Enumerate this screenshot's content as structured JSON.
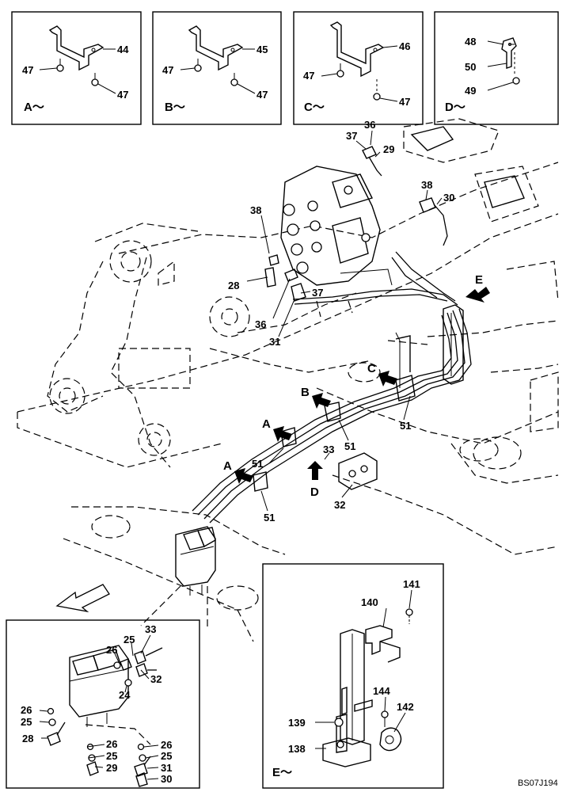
{
  "detail_views": {
    "a": {
      "label": "A～",
      "parts": [
        "44",
        "47",
        "47"
      ]
    },
    "b": {
      "label": "B～",
      "parts": [
        "45",
        "47",
        "47"
      ]
    },
    "c": {
      "label": "C～",
      "parts": [
        "46",
        "47",
        "47"
      ]
    },
    "d": {
      "label": "D～",
      "parts": [
        "48",
        "50",
        "49"
      ]
    },
    "e": {
      "label": "E～",
      "parts": [
        "141",
        "140",
        "144",
        "142",
        "139",
        "138"
      ]
    }
  },
  "main_callouts": [
    "36",
    "37",
    "29",
    "38",
    "30",
    "38",
    "28",
    "37",
    "36",
    "31",
    "33",
    "51",
    "51",
    "51",
    "51",
    "32"
  ],
  "view_arrows": [
    "A",
    "A",
    "B",
    "C",
    "D",
    "E"
  ],
  "inset_callouts": [
    "33",
    "25",
    "26",
    "32",
    "24",
    "26",
    "25",
    "28",
    "26",
    "26",
    "25",
    "25",
    "29",
    "31",
    "30"
  ],
  "drawing_code": "BS07J194",
  "icons": {
    "front_arrow": "front-direction-arrow-icon",
    "view_arrow": "view-direction-arrow-icon"
  }
}
